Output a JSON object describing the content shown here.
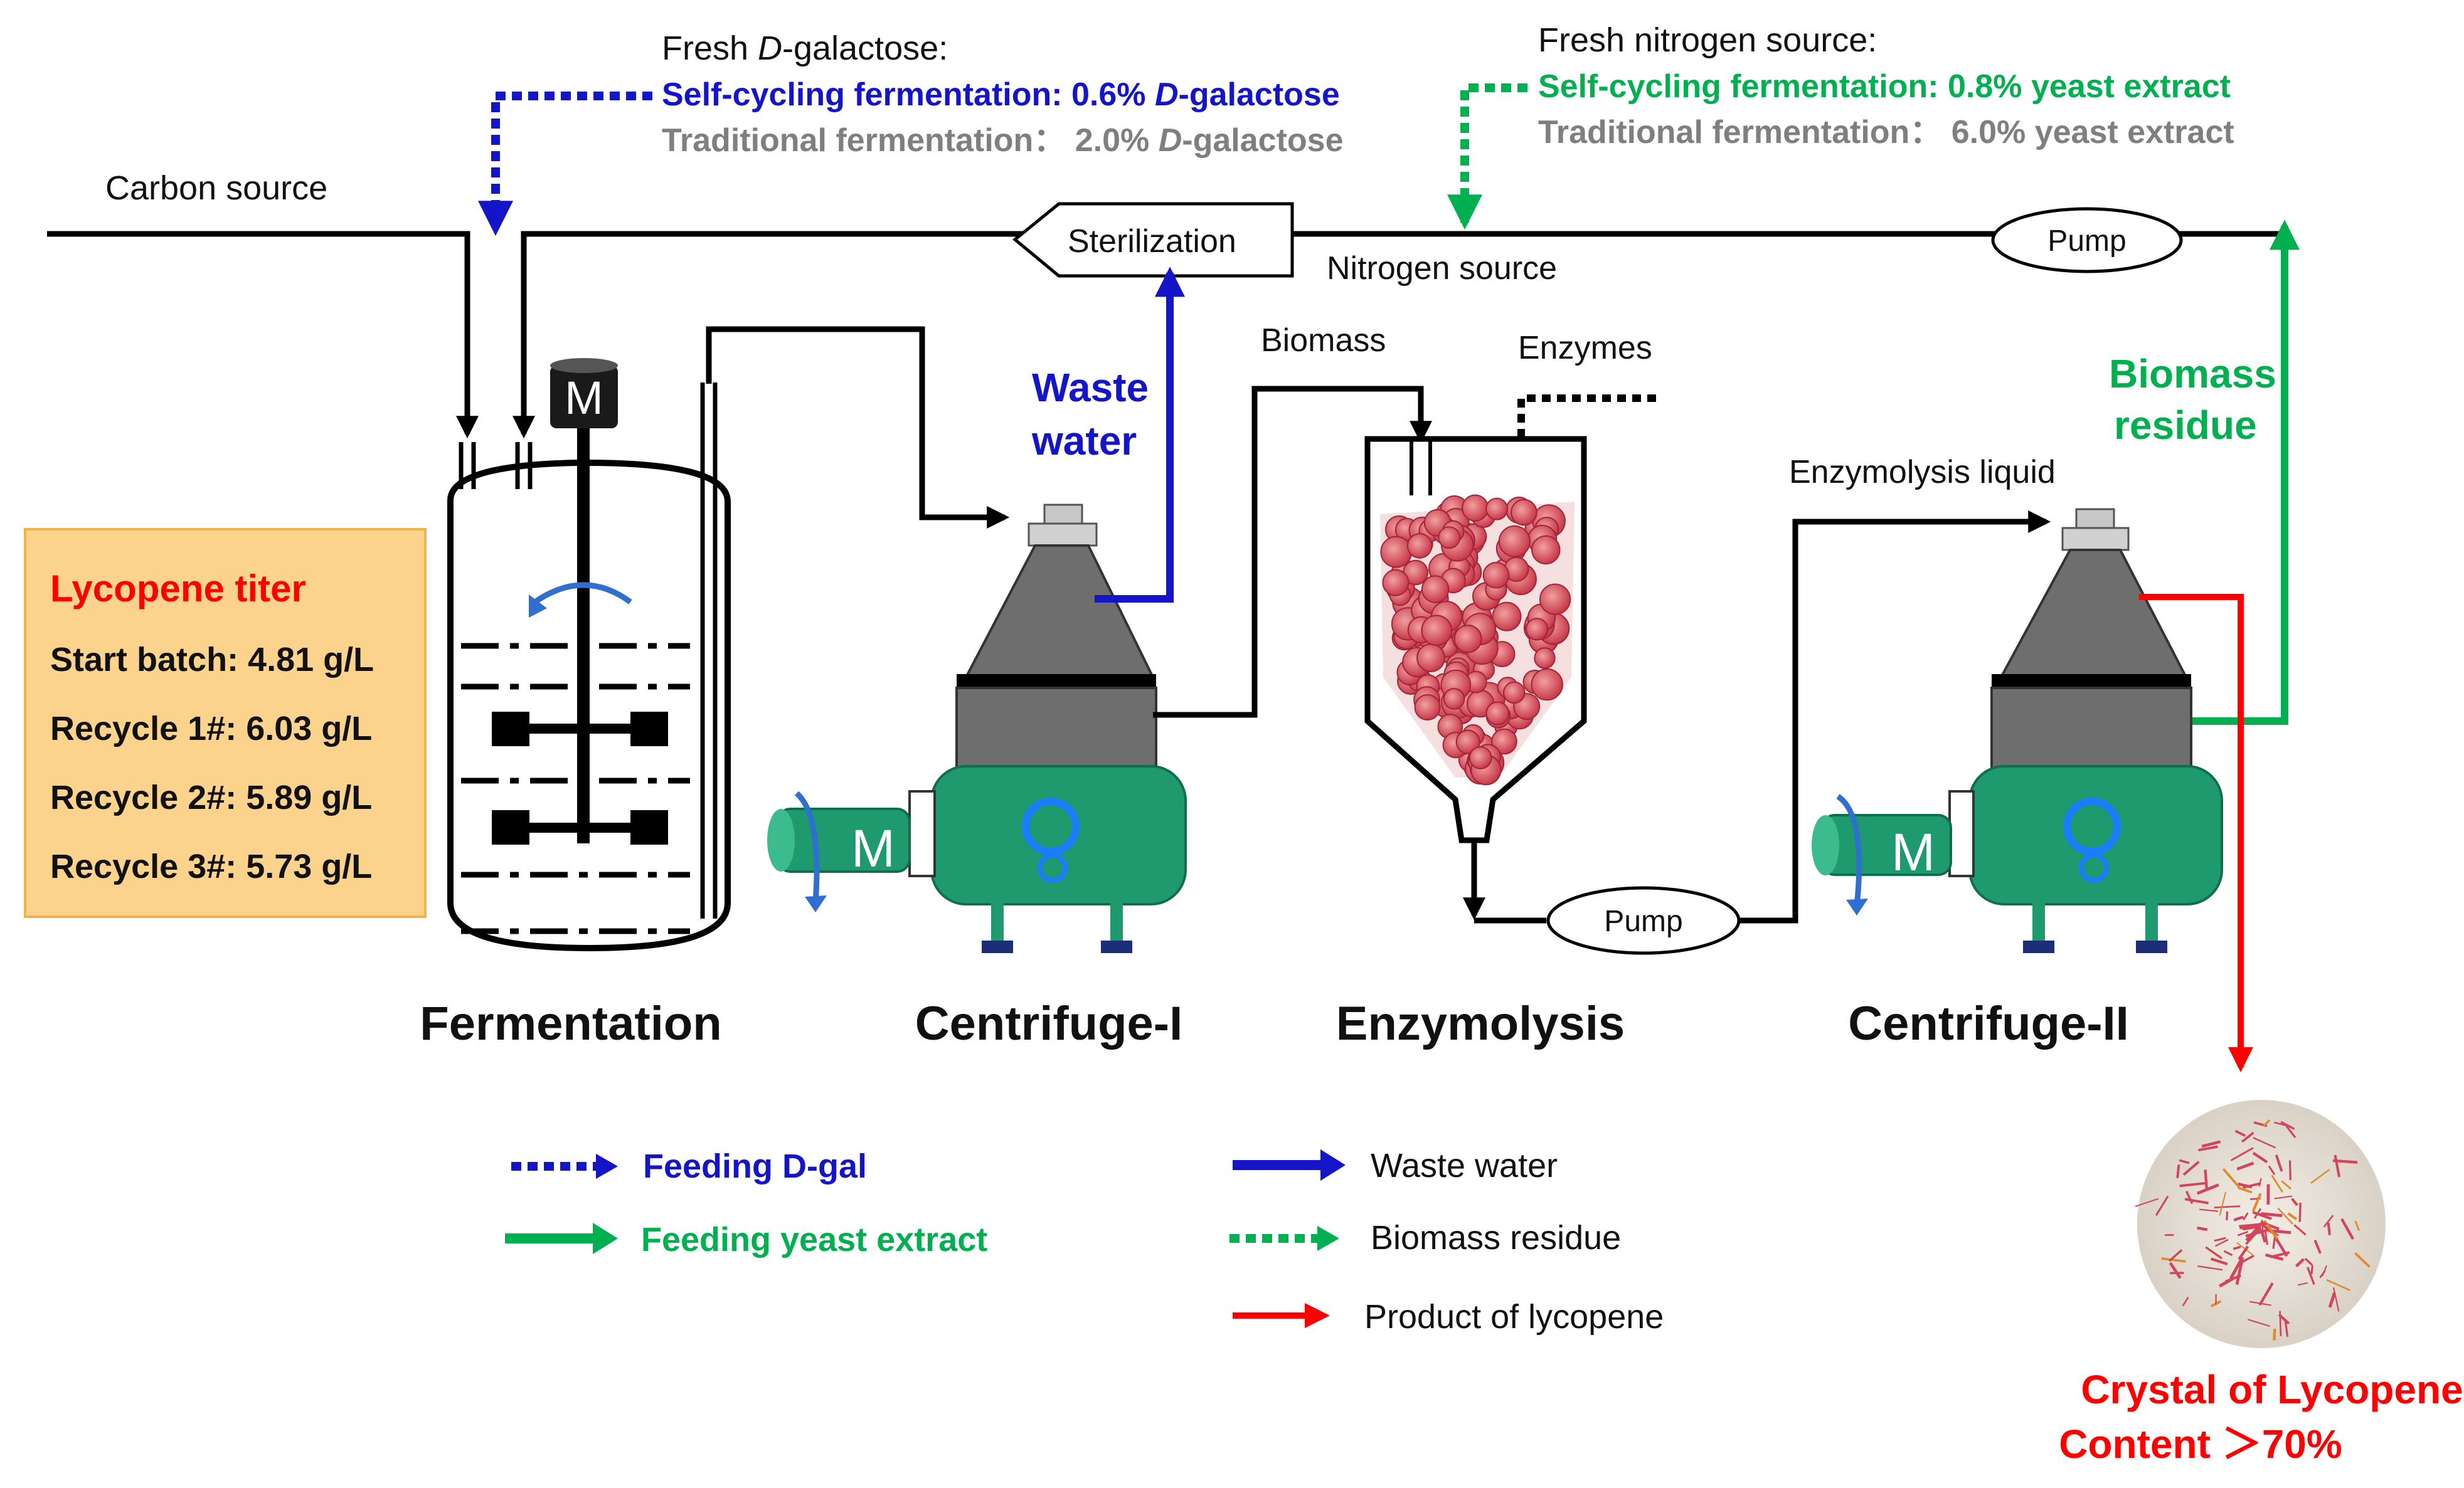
{
  "diagram": {
    "fresh_dgal": {
      "title_prefix": "Fresh ",
      "title_italic": "D",
      "title_suffix": "-galactose:",
      "self_cycling": "Self-cycling fermentation: 0.6% ",
      "self_cycling_italic": "D",
      "self_cycling_suffix": "-galactose",
      "traditional": "Traditional fermentation： 2.0% ",
      "traditional_italic": "D",
      "traditional_suffix": "-galactose"
    },
    "fresh_nitrogen": {
      "title": "Fresh nitrogen source:",
      "self_cycling": "Self-cycling fermentation: 0.8% yeast extract",
      "traditional": "Traditional fermentation： 6.0% yeast extract"
    },
    "labels": {
      "carbon_source": "Carbon source",
      "sterilization": "Sterilization",
      "nitrogen_source": "Nitrogen source",
      "pump_top": "Pump",
      "pump_bottom": "Pump",
      "biomass": "Biomass",
      "enzymes": "Enzymes",
      "waste_water_line1": "Waste",
      "waste_water_line2": "water",
      "biomass_residue_line1": "Biomass",
      "biomass_residue_line2": "residue",
      "enzymolysis_liquid": "Enzymolysis liquid",
      "motor": "M"
    },
    "stages": {
      "fermentation": "Fermentation",
      "centrifuge_1": "Centrifuge-I",
      "enzymolysis": "Enzymolysis",
      "centrifuge_2": "Centrifuge-II"
    },
    "titer": {
      "title": "Lycopene titer",
      "rows": [
        "Start batch: 4.81 g/L",
        "Recycle 1#: 6.03 g/L",
        "Recycle 2#: 5.89 g/L",
        "Recycle 3#: 5.73 g/L"
      ]
    },
    "legend": {
      "feeding_dgal": "Feeding D-gal",
      "feeding_yeast": "Feeding yeast extract",
      "waste_water": "Waste water",
      "biomass_residue": "Biomass residue",
      "product": "Product of lycopene"
    },
    "crystal": {
      "line1": "Crystal of Lycopene",
      "line2": "Content ＞70%"
    },
    "colors": {
      "blue": "#1414c8",
      "green": "#00b050",
      "red": "#ff0000",
      "gray": "#7f7f7f",
      "machine_green": "#1f9a6e",
      "cone_gray": "#6e6e6e"
    }
  }
}
